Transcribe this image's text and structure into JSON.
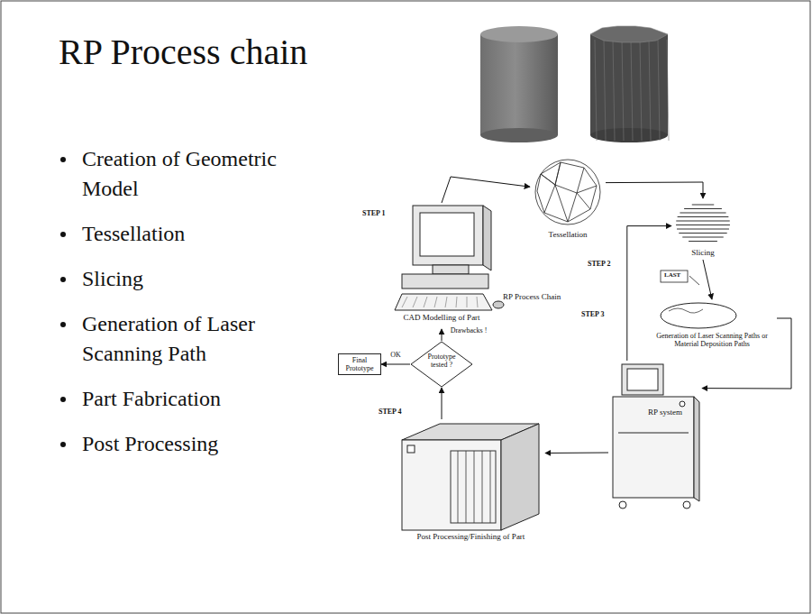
{
  "diagram": {
    "title": "RP Process chain",
    "nodes": [
      {
        "text": [
          "Tessellation"
        ]
      },
      {
        "text": [
          "Slicing"
        ]
      },
      {
        "text": [
          "Generation of Laser Scanning Paths or Material Deposition Paths"
        ]
      },
      {
        "text": [
          "RP system"
        ]
      },
      {
        "text": [
          "Post Processing/Finishing of Part"
        ]
      },
      {
        "text": [
          "Prototype tested ?"
        ]
      },
      {
        "text": [
          "Final Prototype"
        ]
      },
      {
        "text": [
          "CAD Modelling of Part"
        ]
      }
    ],
    "edges": [
      {
        "from": 7,
        "to": 0,
        "arrow": "to"
      },
      {
        "from": 0,
        "to": 1,
        "arrow": "to"
      },
      {
        "from": 1,
        "to": 2,
        "arrow": "to"
      },
      {
        "from": 2,
        "to": 3,
        "arrow": "to"
      },
      {
        "from": 3,
        "to": 4,
        "arrow": "to"
      },
      {
        "from": 4,
        "to": 5,
        "arrow": "to"
      },
      {
        "from": 5,
        "to": 6,
        "arrow": "to",
        "label": "OK"
      },
      {
        "from": 5,
        "to": 7,
        "arrow": "to",
        "label": "Drawbacks !"
      },
      {
        "from": 3,
        "to": 1,
        "arrow": "to"
      }
    ],
    "labels": [
      "Creation of Geometric Model",
      "Tessellation",
      "Slicing",
      "Generation of Laser Scanning Path",
      "Part Fabrication",
      "Post Processing",
      "STEP 1",
      "STEP 2",
      "STEP 3",
      "STEP 4",
      "RP Process Chain",
      "LAST"
    ]
  }
}
